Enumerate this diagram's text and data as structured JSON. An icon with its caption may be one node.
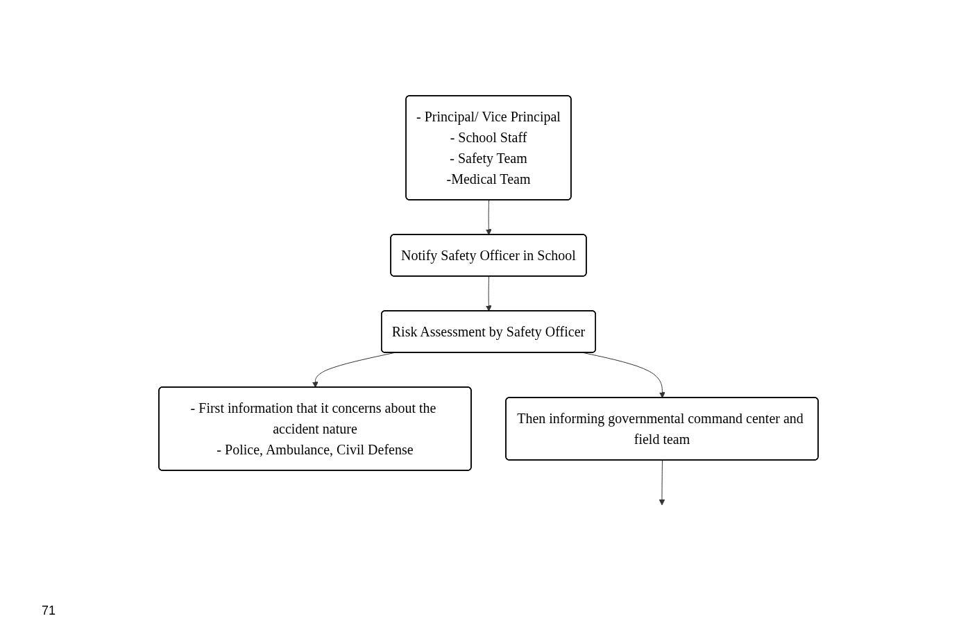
{
  "diagram": {
    "nodes": [
      {
        "text": [
          "Notify Safety Officer in School"
        ]
      },
      {
        "text": [
          "- Principal/ Vice Principal",
          "- School Staff",
          "- Safety Team",
          "-Medical Team"
        ]
      },
      {
        "text": [
          "Risk Assessment by Safety Officer"
        ]
      },
      {
        "text": [
          "- First information that it concerns about the accident nature",
          "- Police, Ambulance, Civil Defense"
        ]
      },
      {
        "text": [
          "Then informing governmental command center and field team"
        ]
      }
    ],
    "edges": [
      {
        "from": 1,
        "to": 0,
        "arrow": "to"
      },
      {
        "from": 0,
        "to": 2,
        "arrow": "to"
      },
      {
        "from": 2,
        "to": 3,
        "arrow": "to"
      },
      {
        "from": 2,
        "to": 4,
        "arrow": "to"
      },
      {
        "from": 4,
        "to": null,
        "arrow": "to"
      }
    ],
    "labels": [
      "71"
    ]
  }
}
